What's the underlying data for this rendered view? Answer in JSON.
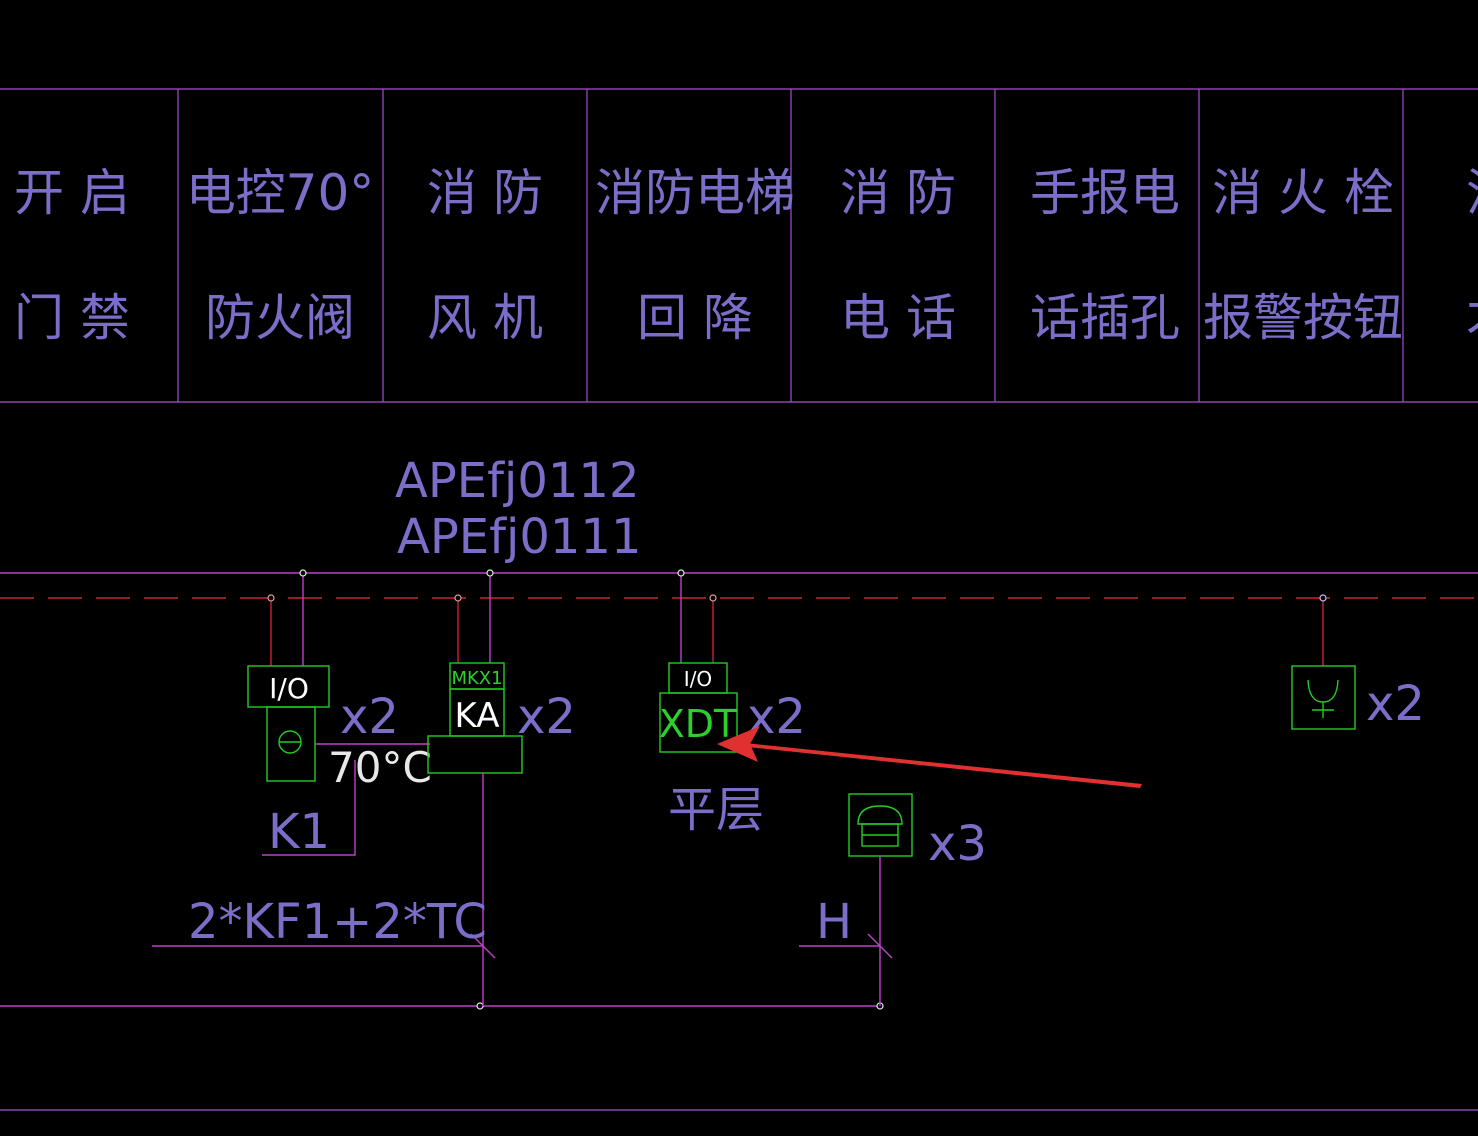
{
  "colors": {
    "background": "#000000",
    "wire": "#c040c8",
    "dashed_line": "#d02030",
    "symbol": "#22cc22",
    "header_text": "#7b6ec8",
    "arrow": "#e03030"
  },
  "header_columns": [
    {
      "line1": "开 启",
      "line2": "门 禁"
    },
    {
      "line1": "电控70°",
      "line2": "防火阀"
    },
    {
      "line1": "消 防",
      "line2": "风 机"
    },
    {
      "line1": "消防电梯",
      "line2": "回 降"
    },
    {
      "line1": "消 防",
      "line2": "电 话"
    },
    {
      "line1": "手报电",
      "line2": "话插孔"
    },
    {
      "line1": "消 火 栓",
      "line2": "报警按钮"
    },
    {
      "line1": "消",
      "line2": "才"
    }
  ],
  "equipment_codes": {
    "line1": "APEfj0112",
    "line2": "APEfj0111"
  },
  "damper": {
    "module_label": "I/O",
    "count": "x2",
    "temp_label": "70°C",
    "ref_label": "K1"
  },
  "fan": {
    "module_label": "MKX1",
    "relay_label": "KA",
    "count": "x2",
    "cable_label": "2*KF1+2*TC"
  },
  "elevator": {
    "module_label": "I/O",
    "device_label": "XDT",
    "count": "x2",
    "floor_label": "平层"
  },
  "phone": {
    "count": "x3",
    "cable_label": "H",
    "icon": "telephone-handset-icon"
  },
  "jack": {
    "count": "x2",
    "icon": "phone-jack-icon"
  }
}
